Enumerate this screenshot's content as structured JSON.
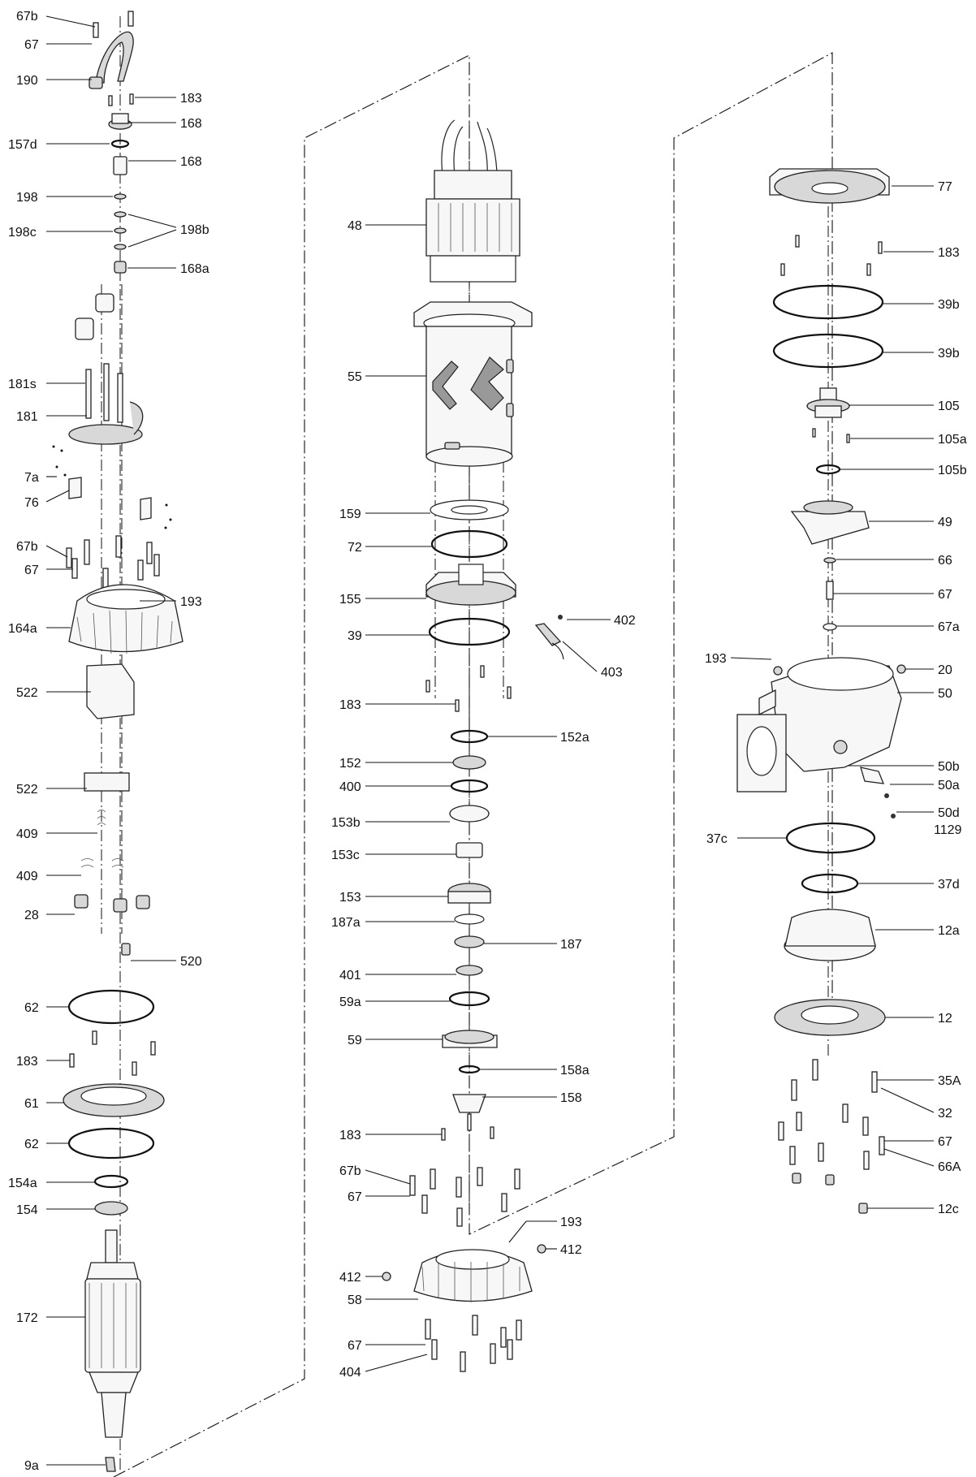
{
  "labels": {
    "l67b_a": "67b",
    "l67_a": "67",
    "l190": "190",
    "l183_a": "183",
    "l168_a": "168",
    "l157d": "157d",
    "l168_b": "168",
    "l198": "198",
    "l198c": "198c",
    "l198b": "198b",
    "l168a": "168a",
    "l181s": "181s",
    "l181": "181",
    "l7a": "7a",
    "l76": "76",
    "l67b_b": "67b",
    "l67_b": "67",
    "l193_a": "193",
    "l164a": "164a",
    "l522_a": "522",
    "l522_b": "522",
    "l409_a": "409",
    "l409_b": "409",
    "l28": "28",
    "l520": "520",
    "l62_a": "62",
    "l183_b": "183",
    "l61": "61",
    "l62_b": "62",
    "l154a": "154a",
    "l154": "154",
    "l172": "172",
    "l9a": "9a",
    "l48": "48",
    "l55": "55",
    "l159": "159",
    "l72": "72",
    "l155": "155",
    "l402": "402",
    "l39": "39",
    "l403": "403",
    "l183_c": "183",
    "l152a": "152a",
    "l152": "152",
    "l400": "400",
    "l153b": "153b",
    "l153c": "153c",
    "l153": "153",
    "l187a": "187a",
    "l187": "187",
    "l401": "401",
    "l59a": "59a",
    "l59": "59",
    "l158a": "158a",
    "l158": "158",
    "l183_d": "183",
    "l67b_c": "67b",
    "l67_c": "67",
    "l193_b": "193",
    "l412_a": "412",
    "l412_b": "412",
    "l58": "58",
    "l67_d": "67",
    "l404": "404",
    "l77": "77",
    "l183_e": "183",
    "l39b_a": "39b",
    "l39b_b": "39b",
    "l105": "105",
    "l105a": "105a",
    "l105b": "105b",
    "l49": "49",
    "l66": "66",
    "l67_e": "67",
    "l67a": "67a",
    "l193_c": "193",
    "l20": "20",
    "l50": "50",
    "l50b": "50b",
    "l50a": "50a",
    "l50d": "50d",
    "l1129": "1129",
    "l37c": "37c",
    "l37d": "37d",
    "l12a": "12a",
    "l12": "12",
    "l35A": "35A",
    "l32": "32",
    "l67_f": "67",
    "l66A": "66A",
    "l12c": "12c"
  }
}
